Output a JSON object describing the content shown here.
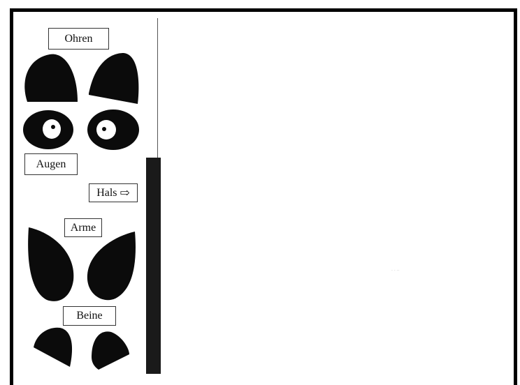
{
  "labels": {
    "ohren": "Ohren",
    "augen": "Augen",
    "hals": "Hals",
    "arme": "Arme",
    "beine": "Beine"
  },
  "icons": {
    "hals_arrow": "⇨"
  },
  "colors": {
    "pieces": "#0b0b0b",
    "frame": "#000000",
    "divider": "#1a1a1a"
  }
}
